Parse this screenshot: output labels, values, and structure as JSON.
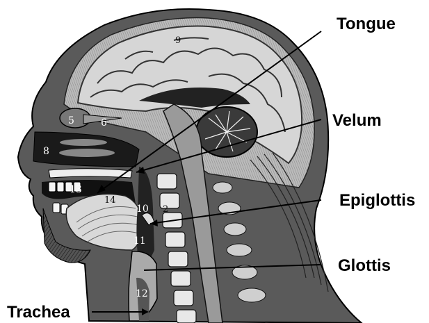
{
  "labels": {
    "tongue": "Tongue",
    "velum": "Velum",
    "epiglottis": "Epiglottis",
    "glottis": "Glottis",
    "trachea": "Trachea"
  },
  "numbers": {
    "n2": "2",
    "n5": "5",
    "n6": "6",
    "n8": "8",
    "n9": "9",
    "n10": "10",
    "n11": "11",
    "n12": "12",
    "n13": "13",
    "n14": "14"
  },
  "colors": {
    "ink": "#000000",
    "background": "#ffffff"
  }
}
